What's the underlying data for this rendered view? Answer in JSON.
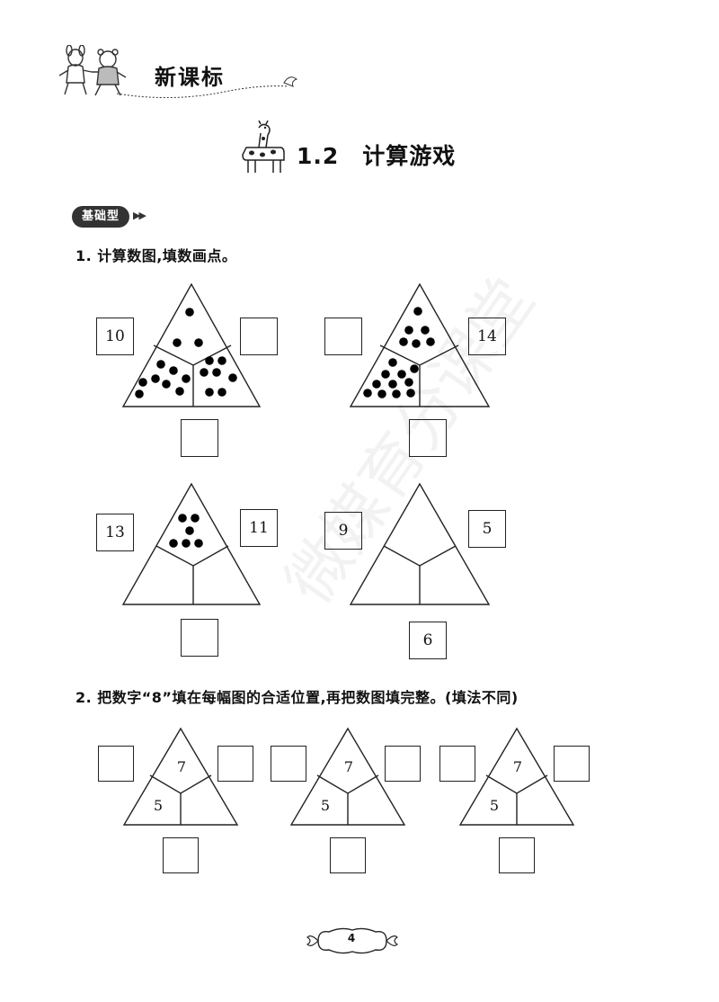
{
  "header": {
    "title": "新课标"
  },
  "section": {
    "title": "1.2　计算游戏"
  },
  "badge": {
    "label": "基础型"
  },
  "q1": {
    "text": "1. 计算数图,填数画点。"
  },
  "q2": {
    "text": "2. 把数字“8”填在每幅图的合适位置,再把数图填完整。(填法不同)"
  },
  "fig1": {
    "left_box": "10",
    "right_box": "",
    "bottom_box": "",
    "top_dots": 3,
    "left_dots": 8,
    "right_dots": 7
  },
  "fig2": {
    "left_box": "",
    "right_box": "14",
    "bottom_box": "",
    "top_dots": 6,
    "left_dots": 11,
    "right_dots": 0
  },
  "fig3": {
    "left_box": "13",
    "right_box": "11",
    "bottom_box": "",
    "top_dots": 6,
    "left_dots": 0,
    "right_dots": 0
  },
  "fig4": {
    "left_box": "9",
    "right_box": "5",
    "bottom_box": "6"
  },
  "q2_figs": [
    {
      "top": "7",
      "left": "5",
      "right": "",
      "box_left": "",
      "box_right": "",
      "box_bottom": ""
    },
    {
      "top": "7",
      "left": "5",
      "right": "",
      "box_left": "",
      "box_right": "",
      "box_bottom": ""
    },
    {
      "top": "7",
      "left": "5",
      "right": "",
      "box_left": "",
      "box_right": "",
      "box_bottom": ""
    }
  ],
  "footer": {
    "page_number": "4"
  },
  "watermark": {
    "text": "微媒育分课堂"
  }
}
